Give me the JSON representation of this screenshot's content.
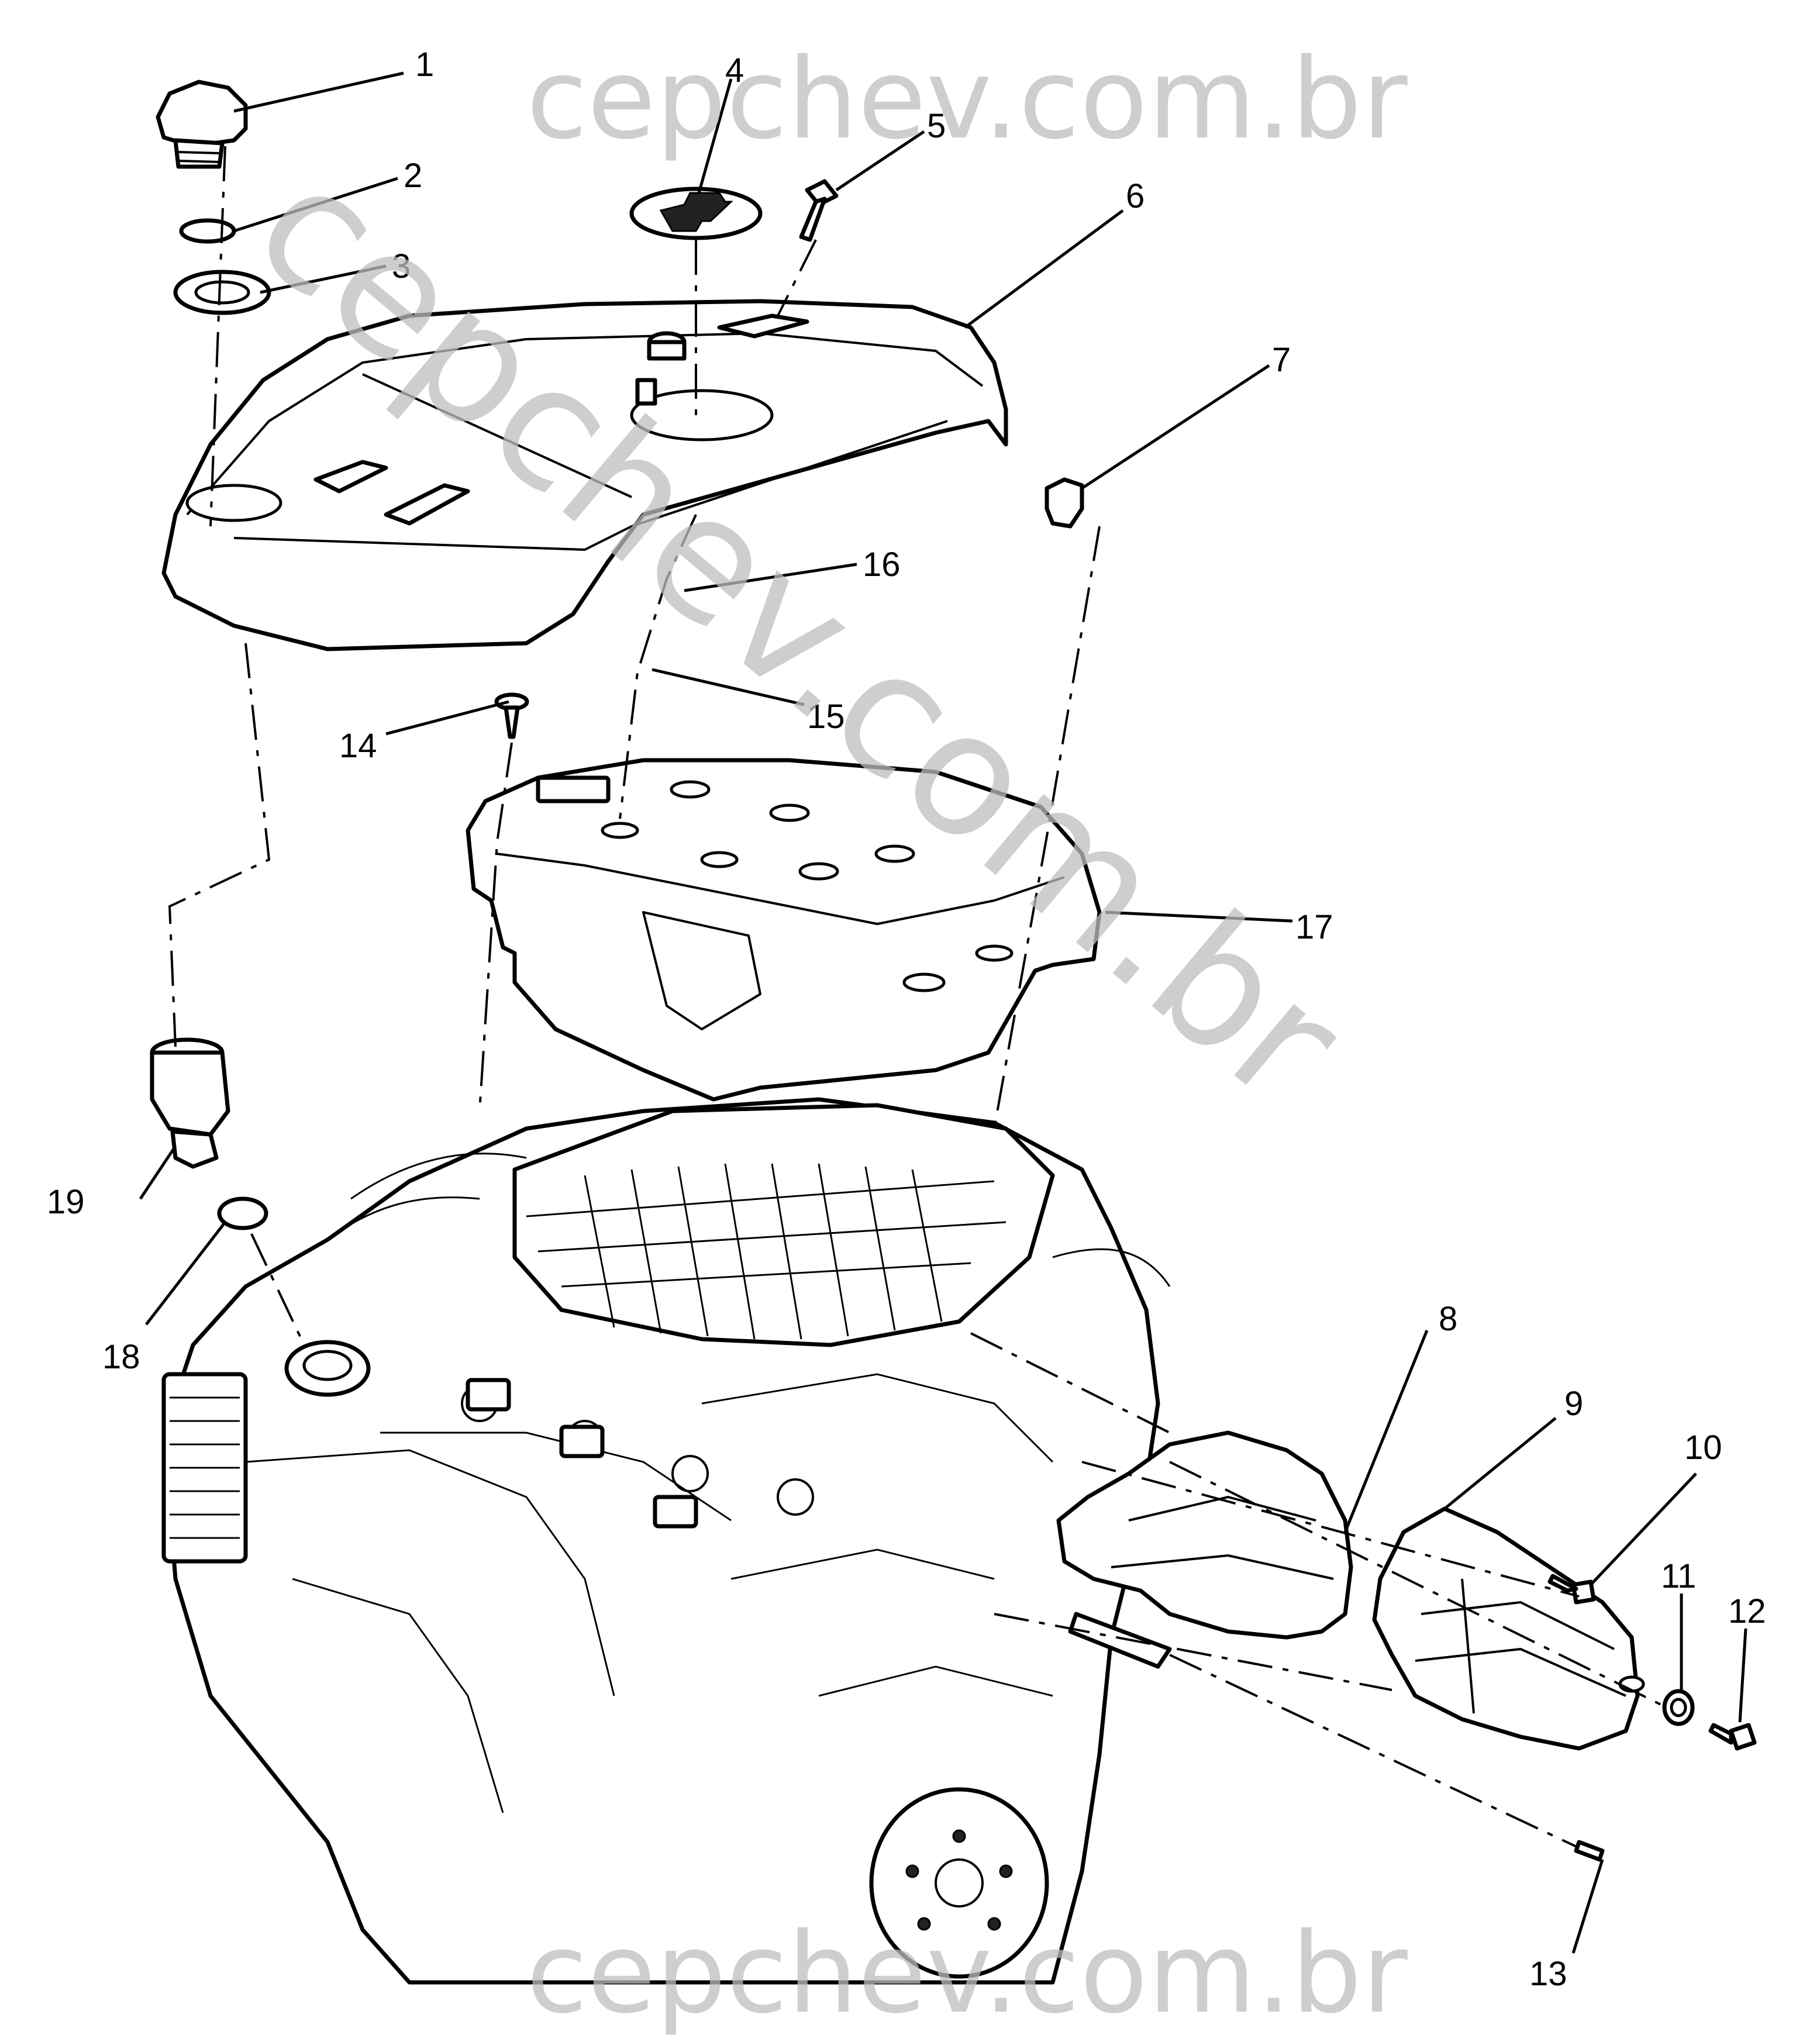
{
  "watermark": {
    "top": "cepchev.com.br",
    "bottom": "cepchev.com.br",
    "diagonal": "cepchev.com.br"
  },
  "callouts": [
    {
      "id": "1",
      "label": "1"
    },
    {
      "id": "2",
      "label": "2"
    },
    {
      "id": "3",
      "label": "3"
    },
    {
      "id": "4",
      "label": "4"
    },
    {
      "id": "5",
      "label": "5"
    },
    {
      "id": "6",
      "label": "6"
    },
    {
      "id": "7",
      "label": "7"
    },
    {
      "id": "8",
      "label": "8"
    },
    {
      "id": "9",
      "label": "9"
    },
    {
      "id": "10",
      "label": "10"
    },
    {
      "id": "11",
      "label": "11"
    },
    {
      "id": "12",
      "label": "12"
    },
    {
      "id": "13",
      "label": "13"
    },
    {
      "id": "14",
      "label": "14"
    },
    {
      "id": "15",
      "label": "15"
    },
    {
      "id": "16",
      "label": "16"
    },
    {
      "id": "17",
      "label": "17"
    },
    {
      "id": "18",
      "label": "18"
    },
    {
      "id": "19",
      "label": "19"
    }
  ],
  "colors": {
    "line": "#000000",
    "background": "#ffffff",
    "watermark": "#bdbdbd"
  }
}
